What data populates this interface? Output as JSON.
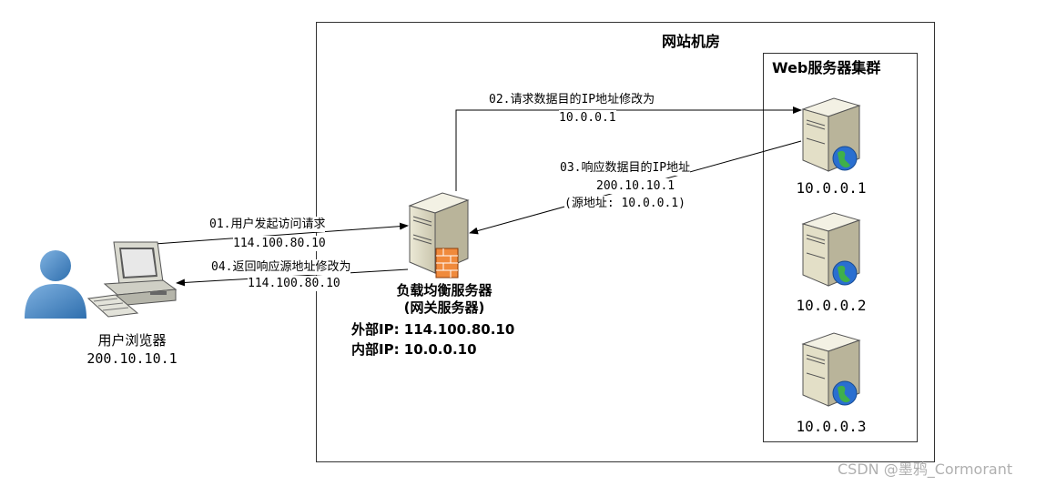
{
  "room": {
    "title": "网站机房"
  },
  "cluster": {
    "title": "Web服务器集群",
    "servers": [
      {
        "ip": "10.0.0.1"
      },
      {
        "ip": "10.0.0.2"
      },
      {
        "ip": "10.0.0.3"
      }
    ]
  },
  "client": {
    "name": "用户浏览器",
    "ip": "200.10.10.1"
  },
  "load_balancer": {
    "name": "负载均衡服务器",
    "subname": "(网关服务器)",
    "external_ip": "外部IP: 114.100.80.10",
    "internal_ip": "内部IP: 10.0.0.10"
  },
  "steps": {
    "s01": {
      "label": "01.用户发起访问请求",
      "detail": "114.100.80.10"
    },
    "s02": {
      "label": "02.请求数据目的IP地址修改为",
      "detail": "10.0.0.1"
    },
    "s03": {
      "label": "03.响应数据目的IP地址",
      "detail": "200.10.10.1",
      "note": "(源地址: 10.0.0.1)"
    },
    "s04": {
      "label": "04.返回响应源地址修改为",
      "detail": "114.100.80.10"
    }
  },
  "watermark": "CSDN @墨鸦_Cormorant"
}
